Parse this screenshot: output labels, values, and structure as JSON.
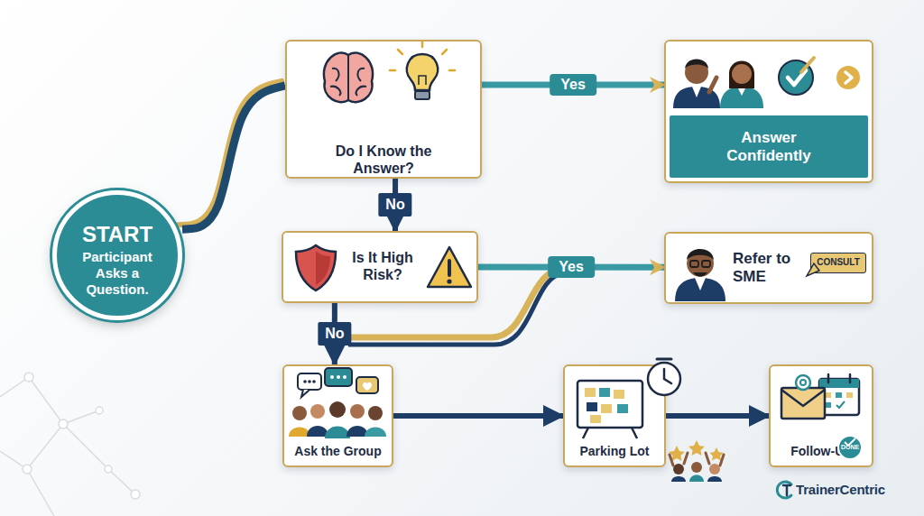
{
  "diagram": {
    "nodes": [
      {
        "text": [
          "START",
          "Participant Asks a Question."
        ]
      },
      {
        "text": [
          "Do I Know the Answer?"
        ]
      },
      {
        "text": [
          "Answer Confidently"
        ]
      },
      {
        "text": [
          "Is It High Risk?"
        ]
      },
      {
        "text": [
          "Refer to SME",
          "CONSULT"
        ]
      },
      {
        "text": [
          "Ask the Group"
        ]
      },
      {
        "text": [
          "Parking Lot"
        ]
      },
      {
        "text": [
          "Follow-Up"
        ]
      }
    ],
    "edges": [
      {
        "from": 0,
        "to": 1,
        "arrow": "none"
      },
      {
        "from": 1,
        "to": 2,
        "label": "Yes",
        "arrow": "to"
      },
      {
        "from": 1,
        "to": 3,
        "label": "No",
        "arrow": "to"
      },
      {
        "from": 3,
        "to": 4,
        "label": "Yes",
        "arrow": "to"
      },
      {
        "from": 3,
        "to": 5,
        "label": "No",
        "arrow": "to"
      },
      {
        "from": 5,
        "to": 6,
        "arrow": "to"
      },
      {
        "from": 6,
        "to": 7,
        "arrow": "to"
      }
    ],
    "labels": [
      "TrainerCentric",
      "DONE"
    ]
  }
}
